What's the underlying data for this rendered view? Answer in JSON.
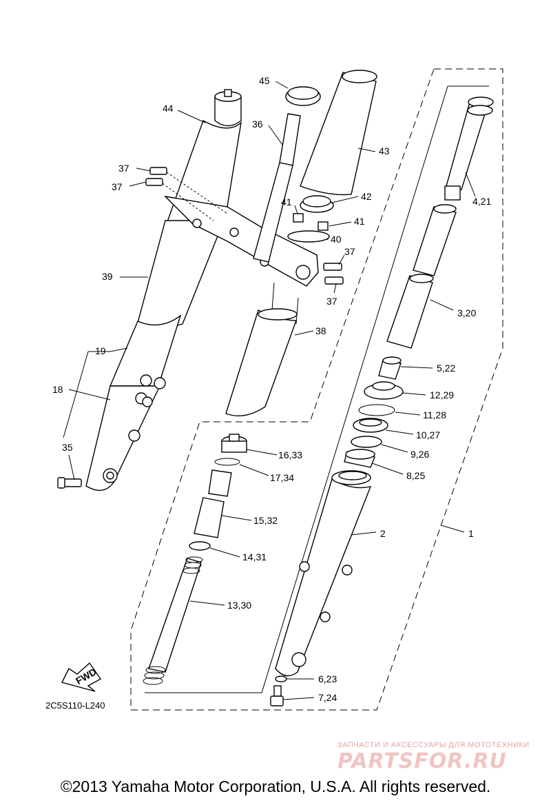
{
  "labels": {
    "p1": "1",
    "p2": "2",
    "p3": "3,20",
    "p4": "4,21",
    "p5": "5,22",
    "p6": "6,23",
    "p7": "7,24",
    "p8": "8,25",
    "p9": "9,26",
    "p10": "10,27",
    "p11": "11,28",
    "p12": "12,29",
    "p13": "13,30",
    "p14": "14,31",
    "p15": "15,32",
    "p16": "16,33",
    "p17": "17,34",
    "p18": "18",
    "p19": "19",
    "p35": "35",
    "p36": "36",
    "p37a": "37",
    "p37b": "37",
    "p37c": "37",
    "p37d": "37",
    "p38": "38",
    "p39": "39",
    "p40": "40",
    "p41a": "41",
    "p41b": "41",
    "p42": "42",
    "p43": "43",
    "p44": "44",
    "p45": "45"
  },
  "fwd_label": "FWD",
  "diagram_code": "2C5S110-L240",
  "watermark": {
    "tagline": "ЗАПЧАСТИ И АКСЕССУАРЫ ДЛЯ МОТОТЕХНИКИ",
    "brand": "PARTSFOR.RU"
  },
  "copyright": "©2013 Yamaha Motor Corporation, U.S.A. All rights reserved."
}
